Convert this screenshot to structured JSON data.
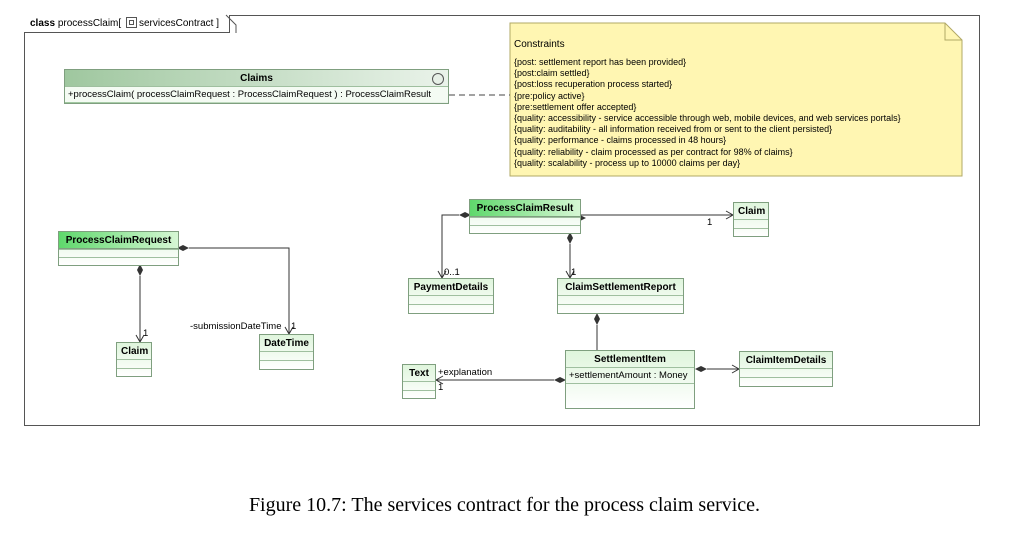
{
  "frame": {
    "keyword": "class",
    "name_prefix": "processClaim[",
    "package_name": "servicesContract ]"
  },
  "classes": {
    "claims": {
      "name": "Claims",
      "operation": "+processClaim( processClaimRequest : ProcessClaimRequest ) : ProcessClaimResult"
    },
    "process_claim_request": {
      "name": "ProcessClaimRequest"
    },
    "claim_left": {
      "name": "Claim"
    },
    "date_time": {
      "name": "DateTime"
    },
    "process_claim_result": {
      "name": "ProcessClaimResult"
    },
    "claim_right": {
      "name": "Claim"
    },
    "payment_details": {
      "name": "PaymentDetails"
    },
    "claim_settlement_report": {
      "name": "ClaimSettlementReport"
    },
    "settlement_item": {
      "name": "SettlementItem",
      "attribute": "+settlementAmount : Money"
    },
    "claim_item_details": {
      "name": "ClaimItemDetails"
    },
    "text": {
      "name": "Text"
    }
  },
  "note": {
    "title": "Constraints",
    "lines": [
      "{post: settlement report has been provided}",
      "{post:claim settled}",
      "{post:loss recuperation process started}",
      "{pre:policy active}",
      "{pre:settlement offer accepted}",
      "{quality: accessibility - service accessible through web, mobile devices, and web services portals}",
      "{quality: auditability - all information received from or sent to the client persisted}",
      "{quality: performance - claims processed in 48 hours}",
      "{quality: reliability - claim processed as per contract for 98% of claims}",
      "{quality: scalability - process up to 10000 claims per day}"
    ]
  },
  "labels": {
    "mult_claim_left": "1",
    "role_submission": "-submissionDateTime",
    "mult_datetime": "1",
    "mult_claim_right": "1",
    "mult_payment": "0..1",
    "mult_csr": "1",
    "role_explanation": "+explanation",
    "mult_text": "1"
  },
  "caption": "Figure 10.7: The services contract for the process claim service."
}
